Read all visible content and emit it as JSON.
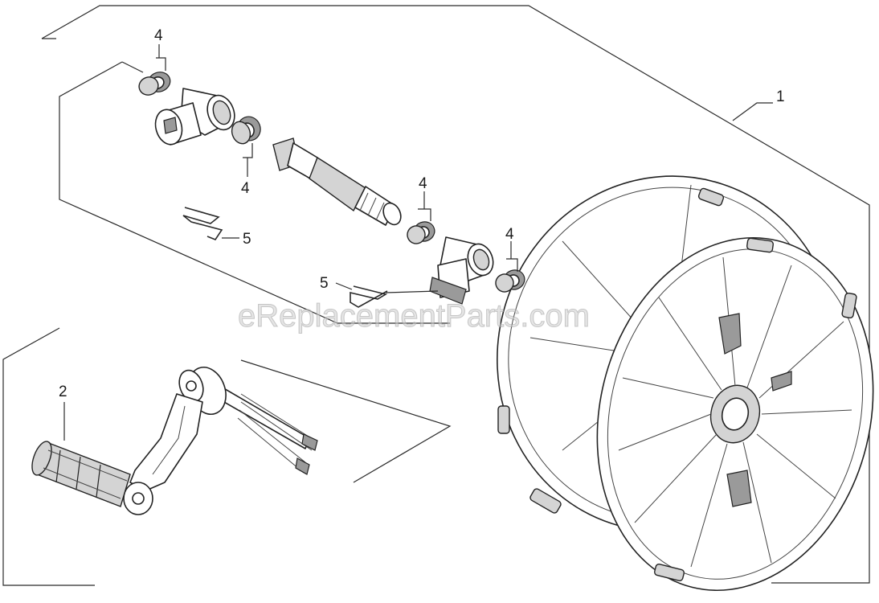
{
  "watermark": "eReplacementParts.com",
  "callouts": {
    "reel": "1",
    "crank": "2",
    "ring_top": "4",
    "ring_mid": "4",
    "ring_right_upper": "4",
    "ring_right_lower": "4",
    "clip_left": "5",
    "clip_right": "5"
  }
}
